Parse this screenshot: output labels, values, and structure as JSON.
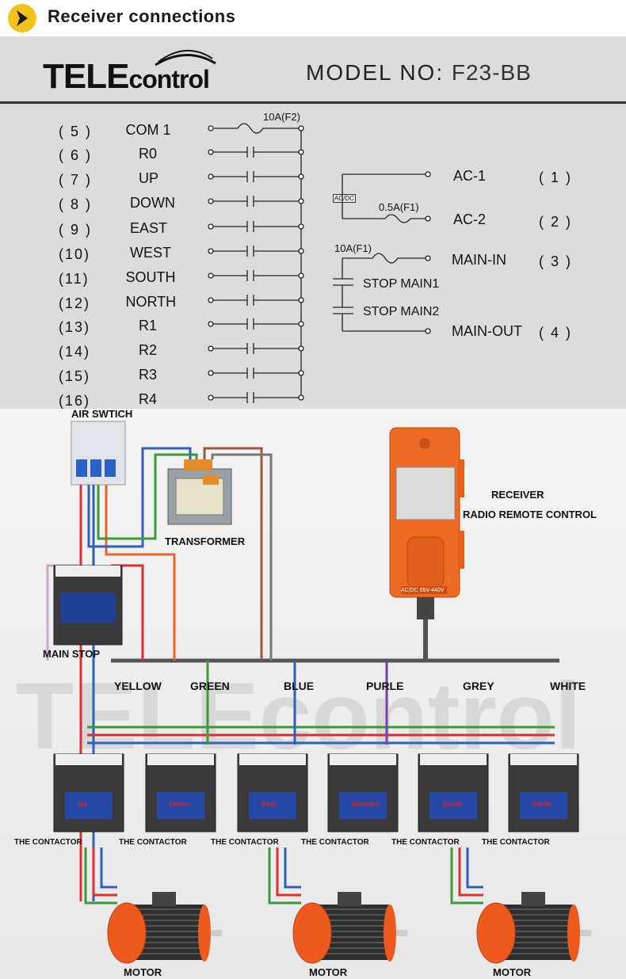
{
  "header": {
    "title": "Receiver  connections"
  },
  "brand": {
    "name_bold": "TELE",
    "name_rest": "control"
  },
  "model": {
    "label": "MODEL NO:",
    "value": "F23-BB"
  },
  "terminals_left": [
    {
      "num": "( 5 )",
      "label": "COM 1"
    },
    {
      "num": "( 6 )",
      "label": "R0"
    },
    {
      "num": "( 7 )",
      "label": "UP"
    },
    {
      "num": "( 8 )",
      "label": "DOWN"
    },
    {
      "num": "( 9 )",
      "label": "EAST"
    },
    {
      "num": "(10)",
      "label": "WEST"
    },
    {
      "num": "(11)",
      "label": "SOUTH"
    },
    {
      "num": "(12)",
      "label": "NORTH"
    },
    {
      "num": "(13)",
      "label": "R1"
    },
    {
      "num": "(14)",
      "label": "R2"
    },
    {
      "num": "(15)",
      "label": "R3"
    },
    {
      "num": "(16)",
      "label": "R4"
    }
  ],
  "fuse_f2": "10A(F2)",
  "terminals_right": [
    {
      "num": "( 1 )",
      "label": "AC-1"
    },
    {
      "num": "( 2 )",
      "label": "AC-2"
    },
    {
      "num": "( 3 )",
      "label": "MAIN-IN"
    },
    {
      "num": "( 4 )",
      "label": "MAIN-OUT"
    }
  ],
  "acdc_box": "AC/DC",
  "fuse_f1_small": "0.5A(F1)",
  "fuse_f1_main": "10A(F1)",
  "stop_main1": "STOP MAIN1",
  "stop_main2": "STOP MAIN2",
  "wiring": {
    "air_switch": "AIR SWTICH",
    "transformer": "TRANSFORMER",
    "receiver": "RECEIVER",
    "radio_remote": "RADIO REMOTE CONTROL",
    "main_stop": "MAIN STOP",
    "receiver_badge": "AC/DC 65V-440V",
    "wire_colors": [
      "YELLOW",
      "GREEN",
      "BLUE",
      "PURLE",
      "GREY",
      "WHITE"
    ],
    "contactor_label": "THE CONTACTOR",
    "contactor_tags": [
      "Up",
      "Down",
      "East",
      "Western",
      "South",
      "North"
    ],
    "motor_label": "MOTOR",
    "watermark": "TELEcontrol"
  },
  "colors": {
    "red": "#d9302c",
    "blue": "#2f5fb8",
    "green": "#3a9a3a",
    "orange": "#e8632a",
    "brown": "#9a5a3a",
    "purple": "#7a3fb0",
    "grey": "#777777"
  }
}
